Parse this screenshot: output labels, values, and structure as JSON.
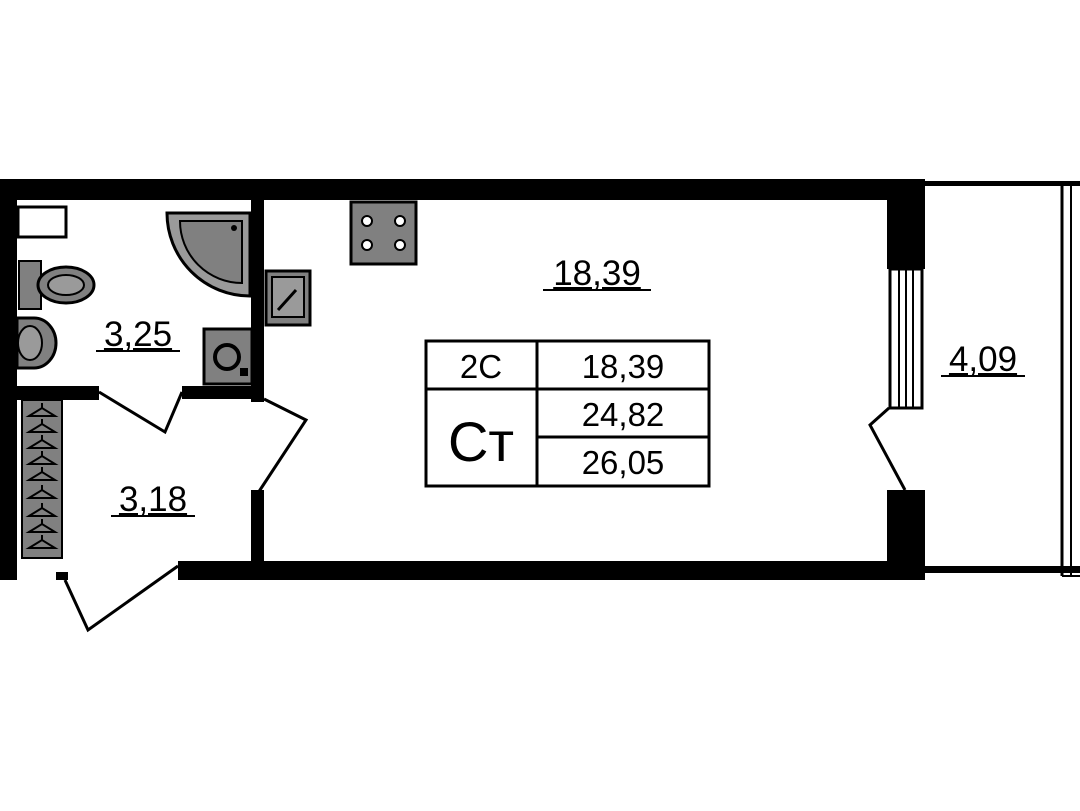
{
  "rooms": {
    "main_room_area": "18,39",
    "bathroom_area": "3,25",
    "hallway_area": "3,18",
    "balcony_area": "4,09"
  },
  "info_table": {
    "type_code": "2С",
    "type_abbr": "Ст",
    "living_area": "18,39",
    "total_area": "24,82",
    "total_area_with_balcony": "26,05"
  },
  "colors": {
    "wall": "#000000",
    "fixture": "#808080",
    "background": "#ffffff"
  }
}
